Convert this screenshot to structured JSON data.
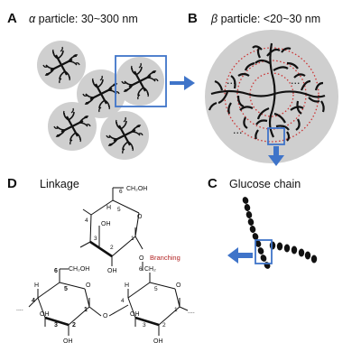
{
  "panels": {
    "A": {
      "letter": "A",
      "greek": "α",
      "title": " particle: 30~300 nm"
    },
    "B": {
      "letter": "B",
      "greek": "β",
      "title": " particle: <20~30 nm",
      "dots_left": "...",
      "dots_right": "...",
      "dots_bottom": "..."
    },
    "C": {
      "letter": "C",
      "title": "Glucose chain"
    },
    "D": {
      "letter": "D",
      "title": "Linkage",
      "branching_label": "Branching",
      "top_ring": {
        "ch2oh": "CH₂OH",
        "c6": "6",
        "c5": "5",
        "c4": "4",
        "c3": "3",
        "c2": "2",
        "c1": "1",
        "oh1": "OH",
        "oh2": "OH",
        "h": "H",
        "o": "O"
      },
      "bottom_left_ring": {
        "ch2oh": "CH₂OH",
        "c6": "6",
        "c5": "5",
        "c4": "4",
        "c3": "3",
        "c2": "2",
        "c1": "1",
        "oh1": "OH",
        "oh2": "OH",
        "h": "H",
        "o": "O"
      },
      "bottom_right_ring": {
        "ch2": "CH₂",
        "c6": "6",
        "c5": "5",
        "c4": "4",
        "c3": "3",
        "c2": "2",
        "c1": "1",
        "oh1": "OH",
        "oh2": "OH",
        "h": "H",
        "o": "O"
      },
      "glyco_o": "O",
      "branch_o": "O",
      "ellipsis": "...."
    }
  },
  "colors": {
    "particle_fill": "#cfcfcf",
    "highlight_box": "#3f74c9",
    "arrow": "#3f74c9",
    "dashed_circles": "#cc3333",
    "branching_text": "#b22222",
    "ink": "#111111"
  }
}
